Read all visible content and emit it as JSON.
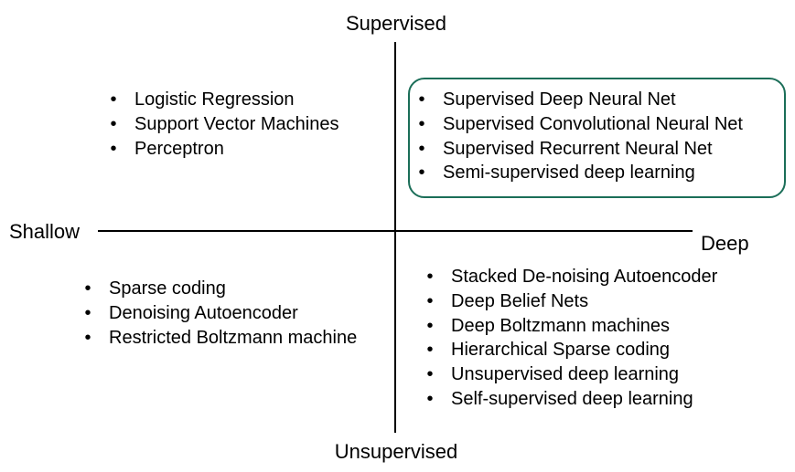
{
  "axes": {
    "top": "Supervised",
    "bottom": "Unsupervised",
    "left": "Shallow",
    "right": "Deep"
  },
  "quadrants": {
    "top_left": [
      "Logistic Regression",
      "Support Vector Machines",
      "Perceptron"
    ],
    "top_right": [
      "Supervised Deep Neural Net",
      "Supervised Convolutional Neural Net",
      "Supervised Recurrent Neural Net",
      "Semi-supervised deep learning"
    ],
    "bottom_left": [
      "Sparse coding",
      "Denoising Autoencoder",
      "Restricted Boltzmann machine"
    ],
    "bottom_right": [
      "Stacked De-noising Autoencoder",
      "Deep Belief Nets",
      "Deep Boltzmann machines",
      "Hierarchical Sparse coding",
      "Unsupervised deep learning",
      "Self-supervised deep learning"
    ]
  },
  "bullet_char": "•",
  "colors": {
    "highlight_border": "#1b6e58",
    "axis": "#000000"
  }
}
